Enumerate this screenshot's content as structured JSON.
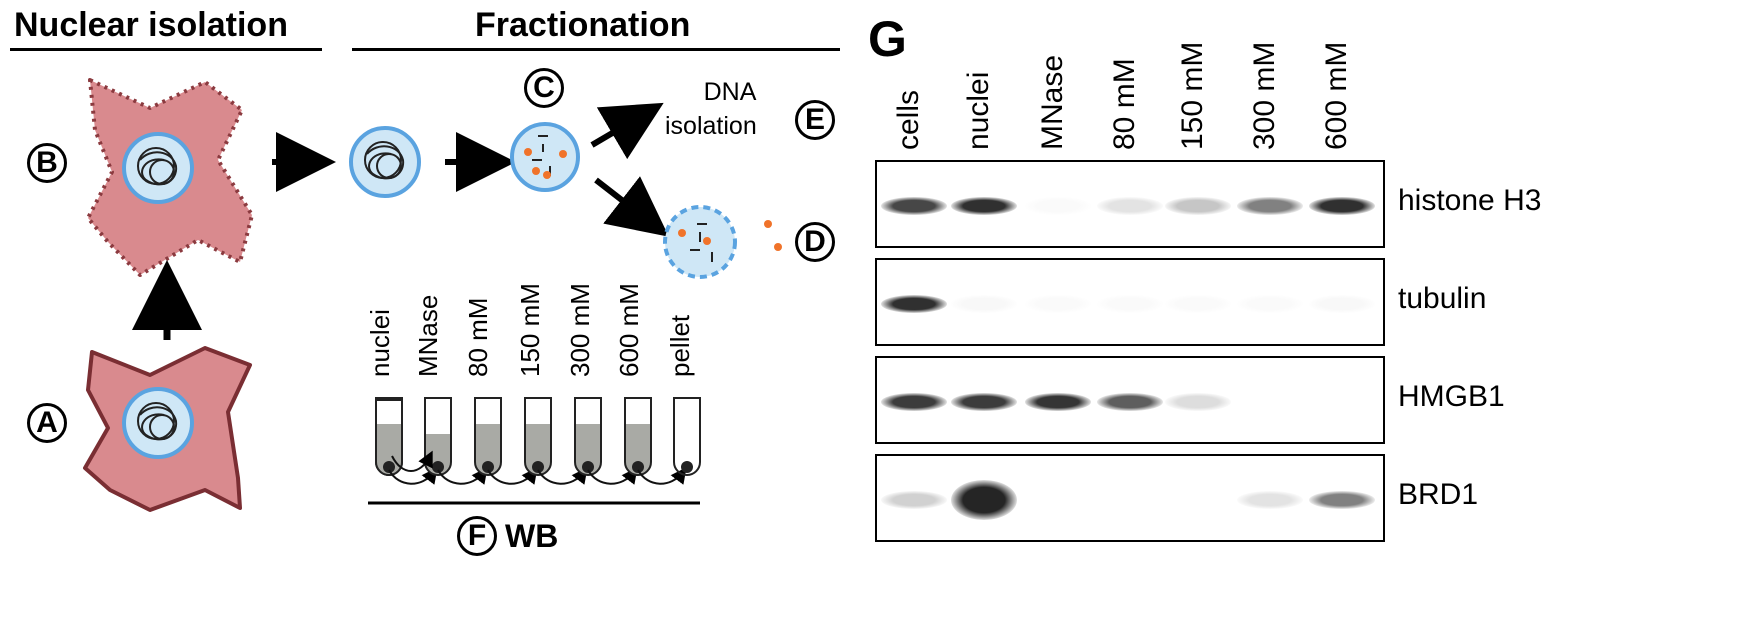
{
  "headings": {
    "nuclear_isolation": "Nuclear isolation",
    "fractionation": "Fractionation"
  },
  "panel_letters": {
    "A": "A",
    "B": "B",
    "C": "C",
    "D": "D",
    "E": "E",
    "F": "F",
    "G": "G"
  },
  "dna_isolation": {
    "line1": "DNA",
    "line2": "isolation"
  },
  "wb_label": "WB",
  "tube_labels": [
    "nuclei",
    "MNase",
    "80 mM",
    "150 mM",
    "300 mM",
    "600 mM",
    "pellet"
  ],
  "blot": {
    "lanes": [
      "cells",
      "nuclei",
      "MNase",
      "80 mM",
      "150 mM",
      "300 mM",
      "600 mM"
    ],
    "proteins": [
      "histone H3",
      "tubulin",
      "HMGB1",
      "BRD1"
    ],
    "band_intensity": [
      [
        0.8,
        0.9,
        0.02,
        0.12,
        0.25,
        0.55,
        0.9
      ],
      [
        0.9,
        0.03,
        0.02,
        0.02,
        0.02,
        0.02,
        0.03
      ],
      [
        0.85,
        0.85,
        0.88,
        0.7,
        0.15,
        0.0,
        0.0
      ],
      [
        0.2,
        0.95,
        0.0,
        0.0,
        0.0,
        0.12,
        0.55
      ]
    ]
  },
  "colors": {
    "cell": "#d98a8e",
    "nucleus": "#cfe7f6",
    "nucleus_border": "#5aa3e0",
    "dots": "#f0732a"
  }
}
